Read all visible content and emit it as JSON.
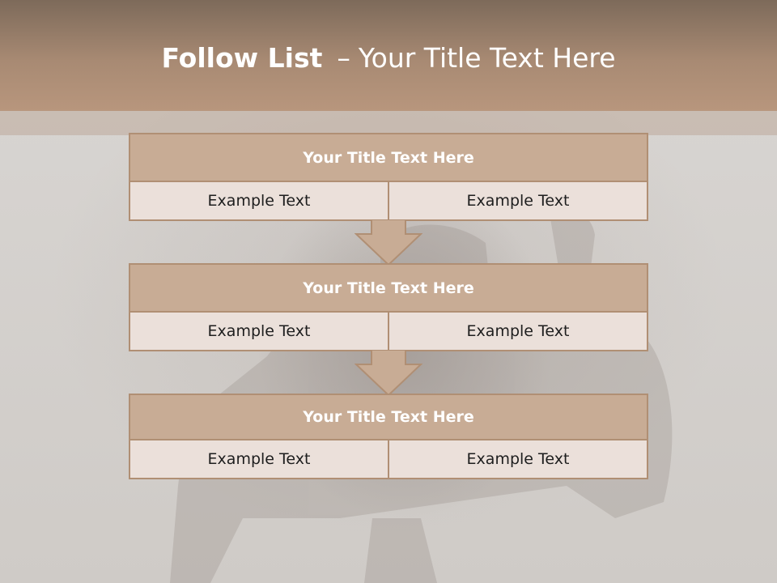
{
  "slide": {
    "title_bold": "Follow List",
    "title_sep": "–",
    "title_rest": "Your Title Text Here"
  },
  "blocks": [
    {
      "title": "Your Title Text Here",
      "cells": [
        "Example Text",
        "Example Text"
      ]
    },
    {
      "title": "Your Title Text Here",
      "cells": [
        "Example Text",
        "Example Text"
      ]
    },
    {
      "title": "Your Title Text Here",
      "cells": [
        "Example Text",
        "Example Text"
      ]
    }
  ],
  "colors": {
    "header": "#a88a73",
    "block_title_fill": "#c8ac95",
    "block_row_fill": "#ebe0da",
    "border": "#b08f74"
  },
  "icons": [
    "down-arrow-icon",
    "down-arrow-icon"
  ]
}
